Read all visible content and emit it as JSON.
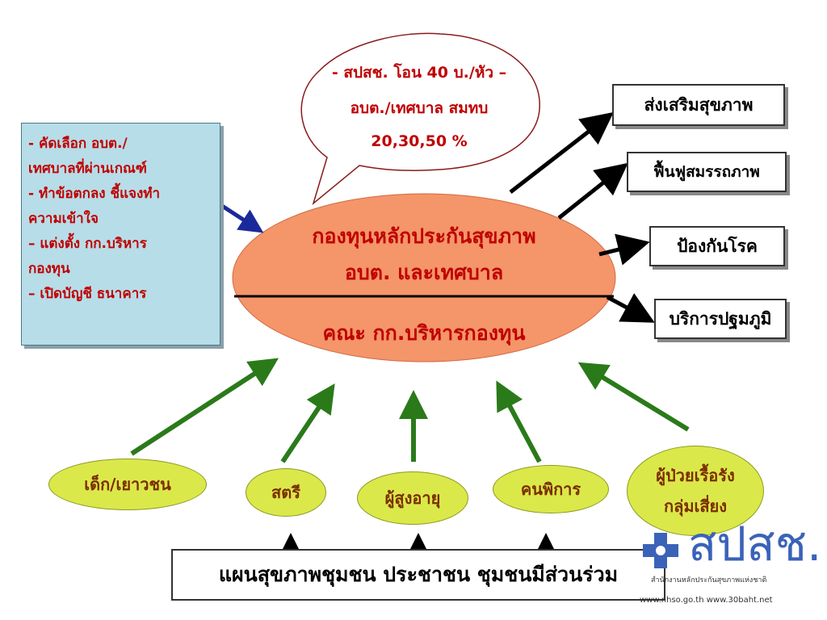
{
  "center": {
    "line1": "กองทุนหลักประกันสุขภาพ",
    "line2": "อบต. และเทศบาล",
    "line3": "คณะ กก.บริหารกองทุน"
  },
  "speech_bubble": {
    "line1": "- สปสช. โอน 40 บ./หัว –",
    "line2": "อบต./เทศบาล สมทบ",
    "line3": "20,30,50 %"
  },
  "left_box": {
    "lines": [
      "- คัดเลือก อบต./",
      "เทศบาลที่ผ่านเกณฑ์",
      "- ทำข้อตกลง ชี้แจงทำ",
      "ความเข้าใจ",
      "– แต่งตั้ง กก.บริหาร",
      "กองทุน",
      "– เปิดบัญชี ธนาคาร"
    ]
  },
  "outputs": [
    "ส่งเสริมสุขภาพ",
    "ฟื้นฟูสมรรถภาพ",
    "ป้องกันโรค",
    "บริการปฐมภูมิ"
  ],
  "groups": [
    "เด็ก/เยาวชน",
    "สตรี",
    "ผู้สูงอายุ",
    "คนพิการ",
    "ผู้ป่วยเรื้อรัง",
    "กลุ่มเสี่ยง"
  ],
  "bottom": {
    "label": "แผนสุขภาพชุมชน ประชาชน ชุมชนมีส่วนร่วม"
  },
  "logo": {
    "name": "สปสช.",
    "subtitle": "สำนักงานหลักประกันสุขภาพแห่งชาติ",
    "urls": "www.nhso.go.th  www.30baht.net",
    "icon": "cross-person-icon"
  },
  "colors": {
    "ellipse": "#f4956a",
    "center_text": "#c00000",
    "blue_box": "#b7dde8",
    "group_fill": "#dbe84a",
    "green_arrow": "#2a7a1a",
    "navy_arrow": "#1a2a9a",
    "logo_blue": "#3a63b8"
  }
}
